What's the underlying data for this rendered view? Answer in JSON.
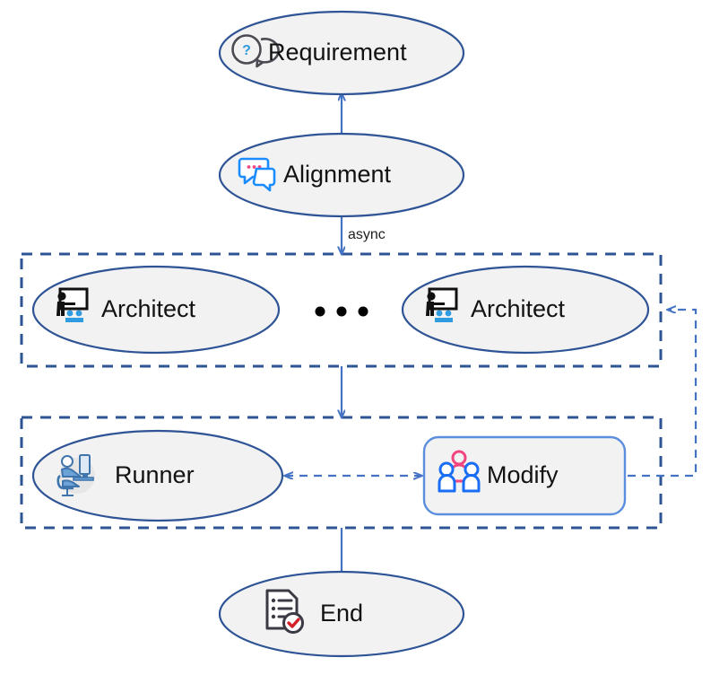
{
  "diagram": {
    "title": "Agent workflow flowchart",
    "background_color": "#ffffff",
    "colors": {
      "node_fill": "#f2f2f2",
      "node_stroke": "#2e5496",
      "edge": "#4472c4",
      "group_stroke": "#2e5496",
      "rounded_stroke": "#5b8ede",
      "accent_blue": "#1a8cff",
      "accent_pink": "#f2467f",
      "accent_dark": "#3a3a44",
      "accent_red": "#d62027"
    },
    "nodes": {
      "requirement": {
        "label": "Requirement",
        "shape": "ellipse",
        "icon": "question-speech-bubble-icon"
      },
      "alignment": {
        "label": "Alignment",
        "shape": "ellipse",
        "icon": "chat-bubbles-icon"
      },
      "architect_left": {
        "label": "Architect",
        "shape": "ellipse",
        "icon": "presenter-whiteboard-icon"
      },
      "architect_right": {
        "label": "Architect",
        "shape": "ellipse",
        "icon": "presenter-whiteboard-icon"
      },
      "runner": {
        "label": "Runner",
        "shape": "ellipse",
        "icon": "person-at-computer-icon"
      },
      "modify": {
        "label": "Modify",
        "shape": "rounded-rectangle",
        "icon": "people-group-icon"
      },
      "end": {
        "label": "End",
        "shape": "ellipse",
        "icon": "document-check-icon"
      }
    },
    "separators": {
      "architect_ellipsis": "•••"
    },
    "groups": {
      "architect_group": {
        "label": "",
        "style": "dashed"
      },
      "execution_group": {
        "label": "",
        "style": "dashed"
      }
    },
    "edges": [
      {
        "id": "requirement-alignment",
        "from": "requirement",
        "to": "alignment",
        "style": "solid",
        "direction": "bidirectional",
        "label": ""
      },
      {
        "id": "alignment-architects",
        "from": "alignment",
        "to": "architect_group",
        "style": "solid",
        "direction": "forward",
        "label": "async"
      },
      {
        "id": "architects-execution",
        "from": "architect_group",
        "to": "execution_group",
        "style": "solid",
        "direction": "forward",
        "label": ""
      },
      {
        "id": "runner-modify",
        "from": "runner",
        "to": "modify",
        "style": "dashed",
        "direction": "bidirectional",
        "label": ""
      },
      {
        "id": "modify-architect-feedback",
        "from": "modify",
        "to": "architect_right",
        "style": "dashed",
        "direction": "forward",
        "label": ""
      },
      {
        "id": "execution-end",
        "from": "execution_group",
        "to": "end",
        "style": "solid",
        "direction": "forward",
        "label": ""
      }
    ]
  }
}
